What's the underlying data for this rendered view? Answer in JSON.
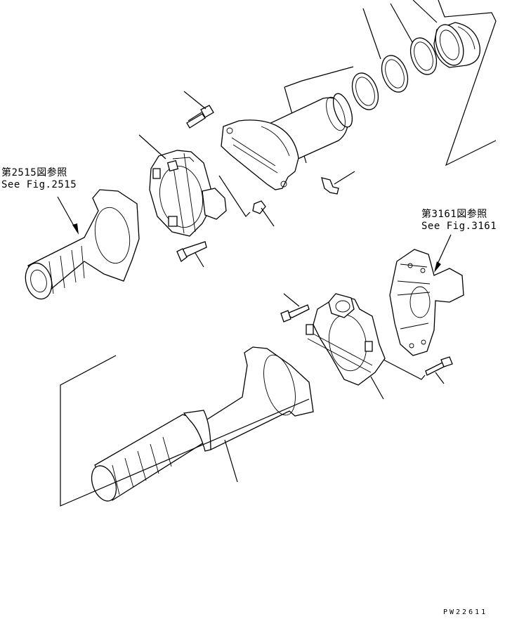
{
  "refs": {
    "upper_left": {
      "line1": "第2515図参照",
      "line2": "See Fig.2515"
    },
    "right": {
      "line1": "第3161図参照",
      "line2": "See Fig.3161"
    }
  },
  "drawing_code": "PW22611"
}
